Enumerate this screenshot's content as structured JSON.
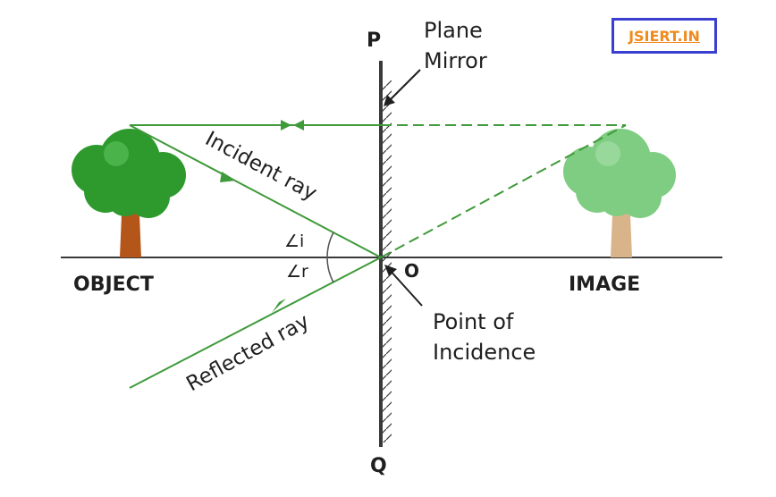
{
  "watermark": {
    "text": "JSIERT.IN"
  },
  "labels": {
    "mirror_top": "P",
    "mirror_bottom": "Q",
    "mirror_name_line1": "Plane",
    "mirror_name_line2": "Mirror",
    "incident_ray": "Incident ray",
    "reflected_ray": "Reflected ray",
    "angle_incidence": "∠i",
    "angle_reflection": "∠r",
    "origin_point": "O",
    "point_of_incidence_line1": "Point of",
    "point_of_incidence_line2": "Incidence",
    "object": "OBJECT",
    "image": "IMAGE"
  },
  "colors": {
    "ray": "#3f9a3a",
    "mirror": "#3a3a3a",
    "tree_object_foliage": "#2e9a2e",
    "tree_object_trunk": "#b4561a",
    "tree_image_foliage": "#7fcd82",
    "tree_image_trunk": "#d9b48a",
    "watermark_border": "#3a3fcf",
    "watermark_text": "#f08a1c"
  }
}
